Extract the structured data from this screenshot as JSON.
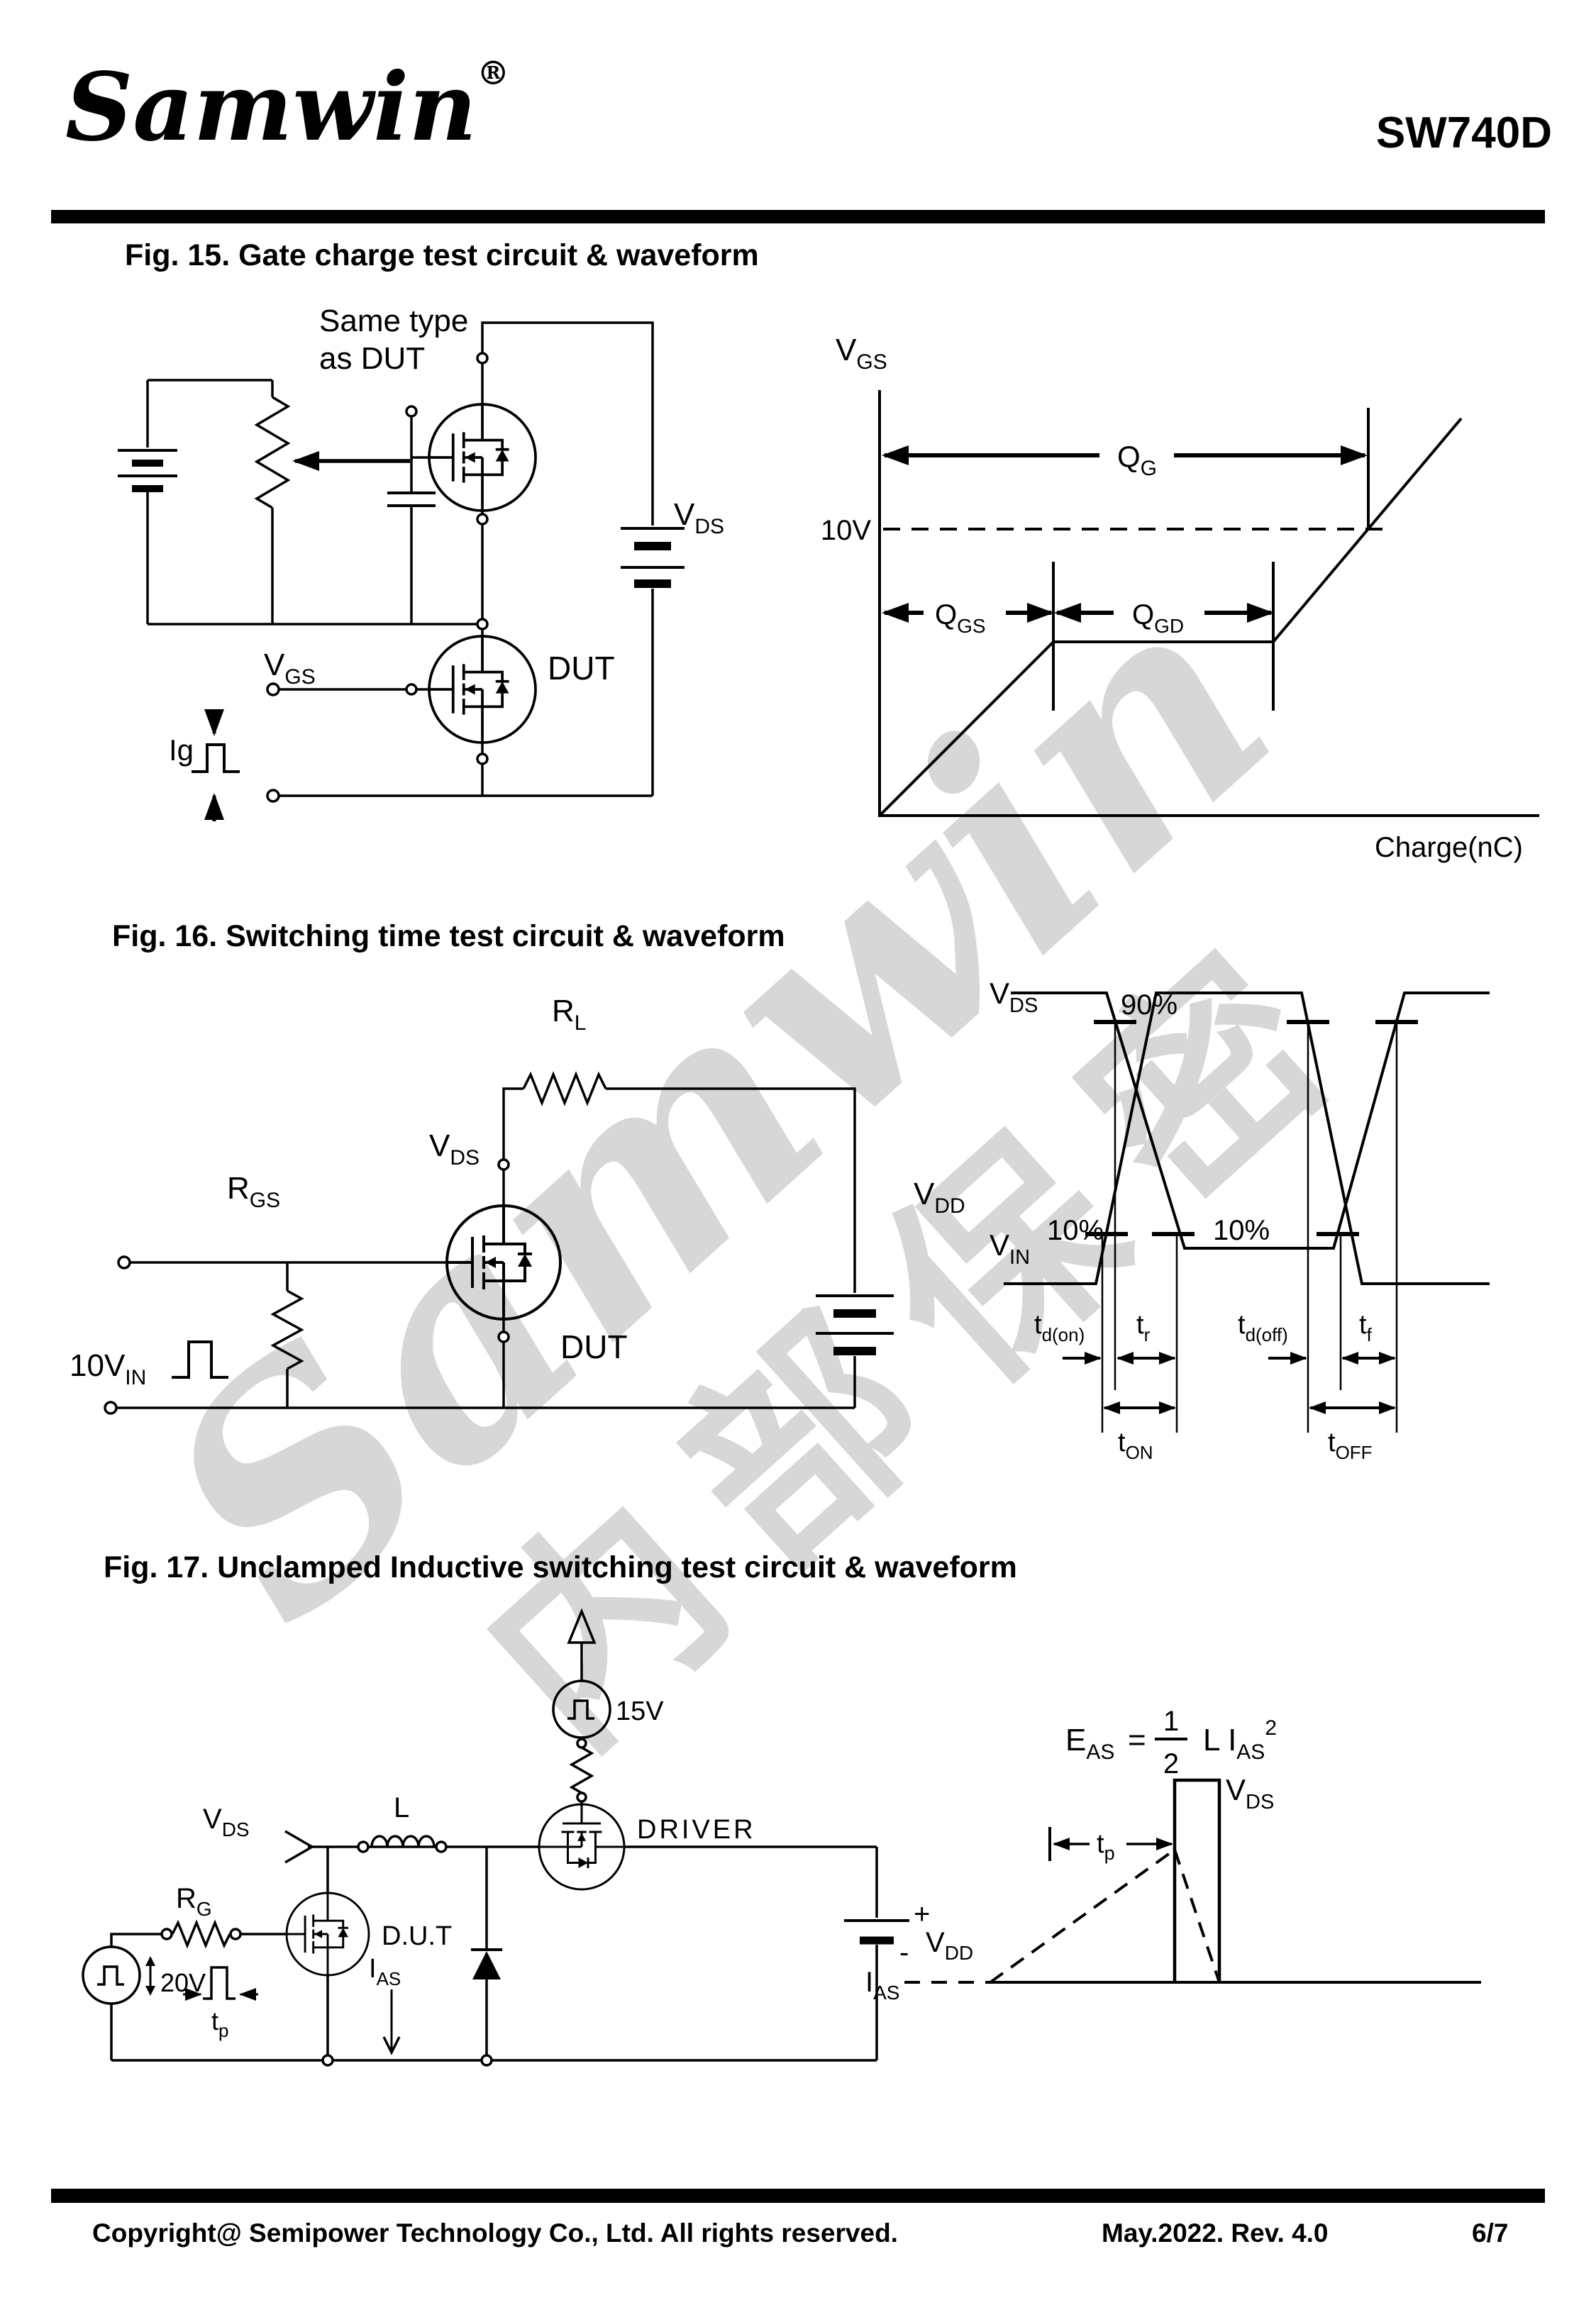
{
  "header": {
    "logo": "Samwin",
    "registered": "®",
    "part_number": "SW740D"
  },
  "watermark": {
    "line1": "Samwin",
    "line2": "内部保密"
  },
  "fig15": {
    "title": "Fig. 15. Gate charge test circuit & waveform",
    "circuit": {
      "same_type_1": "Same type",
      "same_type_2": "as DUT",
      "vds_m": "V",
      "vds_s": "DS",
      "dut": "DUT",
      "vgs_m": "V",
      "vgs_s": "GS",
      "ig": "Ig"
    },
    "waveform": {
      "vgs_m": "V",
      "vgs_s": "GS",
      "qg_m": "Q",
      "qg_s": "G",
      "level_10v": "10V",
      "qgs_m": "Q",
      "qgs_s": "GS",
      "qgd_m": "Q",
      "qgd_s": "GD",
      "xlabel": "Charge(nC)"
    }
  },
  "fig16": {
    "title": "Fig. 16. Switching time test circuit & waveform",
    "circuit": {
      "rl_m": "R",
      "rl_s": "L",
      "vds_m": "V",
      "vds_s": "DS",
      "rgs_m": "R",
      "rgs_s": "GS",
      "vdd_m": "V",
      "vdd_s": "DD",
      "dut": "DUT",
      "vin_m": "10V",
      "vin_s": "IN"
    },
    "waveform": {
      "vds_m": "V",
      "vds_s": "DS",
      "vin_m": "V",
      "vin_s": "IN",
      "p90": "90%",
      "p10_left": "10%",
      "p10_right": "10%",
      "tdon_m": "t",
      "tdon_s": "d(on)",
      "tr_m": "t",
      "tr_s": "r",
      "tdoff_m": "t",
      "tdoff_s": "d(off)",
      "tf_m": "t",
      "tf_s": "f",
      "ton_m": "t",
      "ton_s": "ON",
      "toff_m": "t",
      "toff_s": "OFF"
    }
  },
  "fig17": {
    "title": "Fig. 17. Unclamped Inductive switching test circuit & waveform",
    "circuit": {
      "v15": "15V",
      "driver": "DRIVER",
      "vds_m": "V",
      "vds_s": "DS",
      "l": "L",
      "rg_m": "R",
      "rg_s": "G",
      "dut": "D.U.T",
      "ias_m": "I",
      "ias_s": "AS",
      "v20": "20V",
      "tp_m": "t",
      "tp_s": "p",
      "plus": "+",
      "minus": "-",
      "vdd_m": "V",
      "vdd_s": "DD"
    },
    "waveform": {
      "e_m": "E",
      "e_s": "AS",
      "eq": "=",
      "num": "1",
      "den": "2",
      "li": "L I",
      "li_s": "AS",
      "sq": "2",
      "vds_m": "V",
      "vds_s": "DS",
      "tp_m": "t",
      "tp_s": "p",
      "ias_m": "I",
      "ias_s": "AS"
    }
  },
  "footer": {
    "copyright": "Copyright@ Semipower Technology Co., Ltd. All rights reserved.",
    "revision": "May.2022. Rev. 4.0",
    "page": "6/7"
  }
}
